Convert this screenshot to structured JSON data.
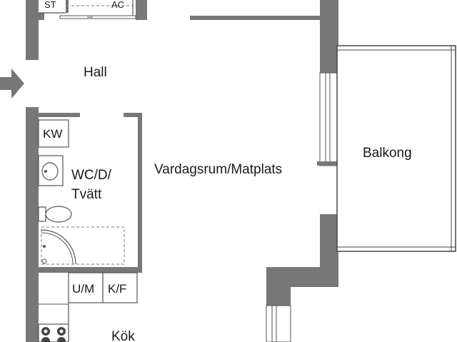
{
  "rooms": {
    "hall": "Hall",
    "living": "Vardagsrum/Matplats",
    "balcony": "Balkong",
    "bathroom_line1": "WC/D/",
    "bathroom_line2": "Tvätt",
    "kitchen": "Kök"
  },
  "fixtures": {
    "storage": "ST",
    "ac": "AC",
    "kw": "KW",
    "um": "U/M",
    "kf": "K/F"
  },
  "entrance": "entrance-arrow-icon",
  "colors": {
    "wall": "#777777",
    "line": "#555555",
    "background": "#ffffff",
    "text": "#1a1a1a"
  }
}
